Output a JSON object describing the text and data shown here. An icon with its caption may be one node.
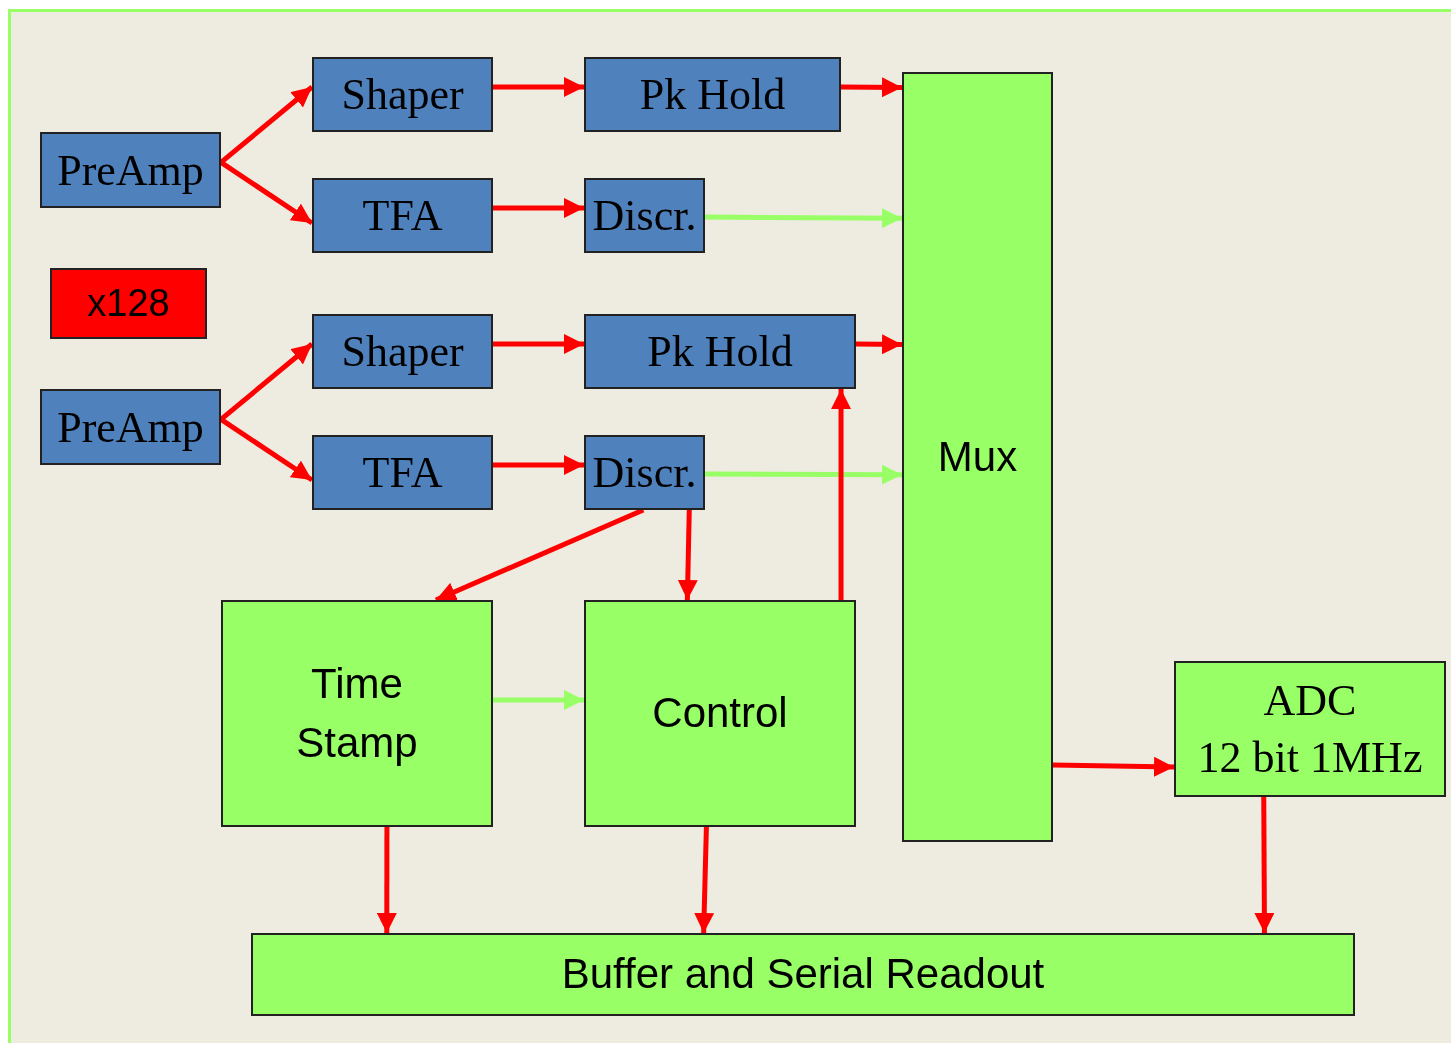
{
  "diagram": {
    "nodes": [
      {
        "text": [
          "PreAmp"
        ]
      },
      {
        "text": [
          "Shaper"
        ]
      },
      {
        "text": [
          "TFA"
        ]
      },
      {
        "text": [
          "Pk Hold"
        ]
      },
      {
        "text": [
          "Discr."
        ]
      },
      {
        "text": [
          "x128"
        ]
      },
      {
        "text": [
          "PreAmp"
        ]
      },
      {
        "text": [
          "Shaper"
        ]
      },
      {
        "text": [
          "TFA"
        ]
      },
      {
        "text": [
          "Pk Hold"
        ]
      },
      {
        "text": [
          "Discr."
        ]
      },
      {
        "text": [
          "Mux"
        ]
      },
      {
        "text": [
          "Time Stamp"
        ]
      },
      {
        "text": [
          "Control"
        ]
      },
      {
        "text": [
          "ADC",
          "12 bit 1MHz"
        ]
      },
      {
        "text": [
          "Buffer and Serial Readout"
        ]
      }
    ],
    "edges": [
      {
        "from": 0,
        "to": 1,
        "arrow": "to"
      },
      {
        "from": 0,
        "to": 2,
        "arrow": "to"
      },
      {
        "from": 1,
        "to": 3,
        "arrow": "to"
      },
      {
        "from": 2,
        "to": 4,
        "arrow": "to"
      },
      {
        "from": 3,
        "to": 11,
        "arrow": "to"
      },
      {
        "from": 4,
        "to": 11,
        "arrow": "to",
        "color": "#99ff66"
      },
      {
        "from": 6,
        "to": 7,
        "arrow": "to"
      },
      {
        "from": 6,
        "to": 8,
        "arrow": "to"
      },
      {
        "from": 7,
        "to": 9,
        "arrow": "to"
      },
      {
        "from": 8,
        "to": 10,
        "arrow": "to"
      },
      {
        "from": 9,
        "to": 11,
        "arrow": "to"
      },
      {
        "from": 10,
        "to": 11,
        "arrow": "to",
        "color": "#99ff66"
      },
      {
        "from": 10,
        "to": 12,
        "arrow": "to"
      },
      {
        "from": 10,
        "to": 13,
        "arrow": "to"
      },
      {
        "from": 13,
        "to": 9,
        "arrow": "to"
      },
      {
        "from": 12,
        "to": 13,
        "arrow": "to",
        "color": "#99ff66"
      },
      {
        "from": 11,
        "to": 14,
        "arrow": "to"
      },
      {
        "from": 12,
        "to": 15,
        "arrow": "to"
      },
      {
        "from": 13,
        "to": 15,
        "arrow": "to"
      },
      {
        "from": 14,
        "to": 15,
        "arrow": "to"
      }
    ]
  }
}
